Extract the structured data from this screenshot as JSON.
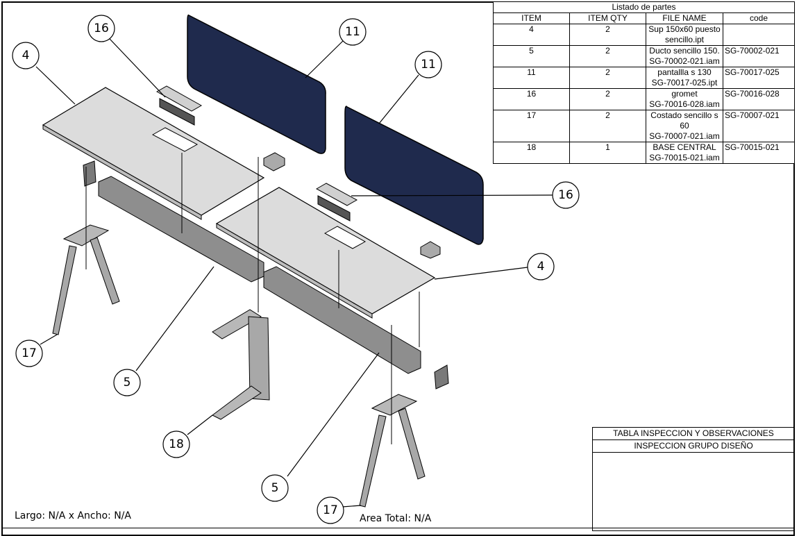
{
  "bom": {
    "title": "Listado de partes",
    "headers": [
      "ITEM",
      "ITEM QTY",
      "FILE NAME",
      "code"
    ],
    "rows": [
      {
        "item": "4",
        "qty": "2",
        "file_l1": "Sup 150x60 puesto",
        "file_l2": "sencillo.ipt",
        "file_l3": "",
        "code": ""
      },
      {
        "item": "5",
        "qty": "2",
        "file_l1": "Ducto sencillo 150.",
        "file_l2": "SG-70002-021.iam",
        "file_l3": "",
        "code": "SG-70002-021"
      },
      {
        "item": "11",
        "qty": "2",
        "file_l1": "pantallla s 130",
        "file_l2": "SG-70017-025.ipt",
        "file_l3": "",
        "code": "SG-70017-025"
      },
      {
        "item": "16",
        "qty": "2",
        "file_l1": "gromet",
        "file_l2": "SG-70016-028.iam",
        "file_l3": "",
        "code": "SG-70016-028"
      },
      {
        "item": "17",
        "qty": "2",
        "file_l1": "Costado sencillo s",
        "file_l2": "60",
        "file_l3": "SG-70007-021.iam",
        "code": "SG-70007-021"
      },
      {
        "item": "18",
        "qty": "1",
        "file_l1": "BASE CENTRAL",
        "file_l2": "SG-70015-021.iam",
        "file_l3": "",
        "code": "SG-70015-021"
      }
    ]
  },
  "inspection": {
    "title": "TABLA INSPECCION Y OBSERVACIONES",
    "subtitle": "INSPECCION GRUPO DISEÑO"
  },
  "notes": {
    "dimensions": "Largo: N/A x Ancho: N/A",
    "area": "Area Total: N/A"
  },
  "balloons": [
    {
      "id": "b16a",
      "label": "16"
    },
    {
      "id": "b11a",
      "label": "11"
    },
    {
      "id": "b4a",
      "label": "4"
    },
    {
      "id": "b11b",
      "label": "11"
    },
    {
      "id": "b16b",
      "label": "16"
    },
    {
      "id": "b4b",
      "label": "4"
    },
    {
      "id": "b17a",
      "label": "17"
    },
    {
      "id": "b5a",
      "label": "5"
    },
    {
      "id": "b18",
      "label": "18"
    },
    {
      "id": "b5b",
      "label": "5"
    },
    {
      "id": "b17b",
      "label": "17"
    }
  ],
  "colors": {
    "panel": "#1f2a4d",
    "desk": "#dcdcdc",
    "metal": "#9a9a9a"
  }
}
